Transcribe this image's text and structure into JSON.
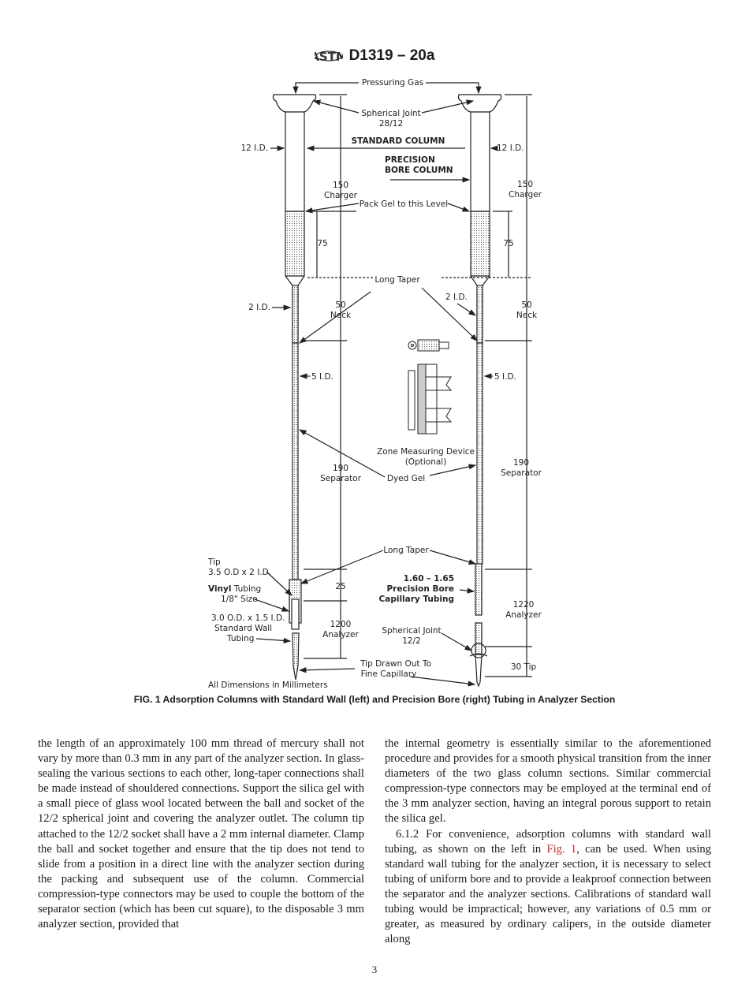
{
  "header": {
    "standard_code": "D1319 – 20a",
    "logo_text": "ASTM"
  },
  "figure": {
    "labels": {
      "pressuring_gas": "Pressuring Gas",
      "spherical_joint_top_1": "Spherical Joint",
      "spherical_joint_top_2": "28/12",
      "id12_left": "12 I.D.",
      "id12_right": "12 I.D.",
      "standard_column": "STANDARD COLUMN",
      "precision_1": "PRECISION",
      "precision_2": "BORE COLUMN",
      "charger_num_left": "150",
      "charger_left": "Charger",
      "charger_num_right": "150",
      "charger_right": "Charger",
      "pack_gel": "Pack Gel to this Level",
      "d75_left": "75",
      "d75_right": "75",
      "long_taper_top": "Long Taper",
      "id2_left": "2 I.D.",
      "id2_right": "2 I.D.",
      "neck_num_left": "50",
      "neck_left": "Neck",
      "neck_num_right": "50",
      "neck_right": "Neck",
      "id5_left": "5 I.D.",
      "id5_right": "5 I.D.",
      "zone_device_1": "Zone Measuring Device",
      "zone_device_2": "(Optional)",
      "separator_num_left": "190",
      "separator_left": "Separator",
      "separator_num_right": "190",
      "separator_right": "Separator",
      "dyed_gel": "Dyed Gel",
      "long_taper_bottom": "Long Taper",
      "tip_1": "Tip",
      "tip_2": "3.5 O.D x 2 I.D.",
      "vinyl_bold": "Vinyl",
      "vinyl_rest": " Tubing",
      "vinyl_2": "1/8\" Size",
      "std_wall_1": "3.0 O.D. x 1.5 I.D.",
      "std_wall_2": "Standard Wall",
      "std_wall_3": "Tubing",
      "d25": "25",
      "analyzer_num_left": "1200",
      "analyzer_left": "Analyzer",
      "precision_tubing_1": "1.60 – 1.65",
      "precision_tubing_2": "Precision Bore",
      "precision_tubing_3": "Capillary Tubing",
      "analyzer_num_right": "1220",
      "analyzer_right": "Analyzer",
      "spherical_joint_bottom_1": "Spherical Joint",
      "spherical_joint_bottom_2": "12/2",
      "tip_drawn_1": "Tip Drawn Out To",
      "tip_drawn_2": "Fine Capillary",
      "tip30": "30 Tip",
      "all_dims": "All Dimensions in Millimeters"
    },
    "caption": "FIG. 1 Adsorption Columns with Standard Wall (left) and Precision Bore (right) Tubing in Analyzer Section"
  },
  "body": {
    "left_column": "the length of an approximately 100 mm thread of mercury shall not vary by more than 0.3 mm in any part of the analyzer section. In glass-sealing the various sections to each other, long-taper connections shall be made instead of shouldered connections. Support the silica gel with a small piece of glass wool located between the ball and socket of the 12/2 spherical joint and covering the analyzer outlet. The column tip attached to the 12/2 socket shall have a 2 mm internal diameter. Clamp the ball and socket together and ensure that the tip does not tend to slide from a position in a direct line with the analyzer section during the packing and subsequent use of the column. Commercial compression-type connectors may be used to couple the bottom of the separator section (which has been cut square), to the disposable 3 mm analyzer section, provided that",
    "right_para_1": "the internal geometry is essentially similar to the aforementioned procedure and provides for a smooth physical transition from the inner diameters of the two glass column sections. Similar commercial compression-type connectors may be employed at the terminal end of the 3 mm analyzer section, having an integral porous support to retain the silica gel.",
    "right_para_2_a": "6.1.2 For convenience, adsorption columns with standard wall tubing, as shown on the left in ",
    "right_para_2_link": "Fig. 1",
    "right_para_2_b": ", can be used. When using standard wall tubing for the analyzer section, it is necessary to select tubing of uniform bore and to provide a leakproof connection between the separator and the analyzer sections. Calibrations of standard wall tubing would be impractical; however, any variations of 0.5 mm or greater, as measured by ordinary calipers, in the outside diameter along"
  },
  "page_number": "3",
  "colors": {
    "link": "#c0282d"
  }
}
